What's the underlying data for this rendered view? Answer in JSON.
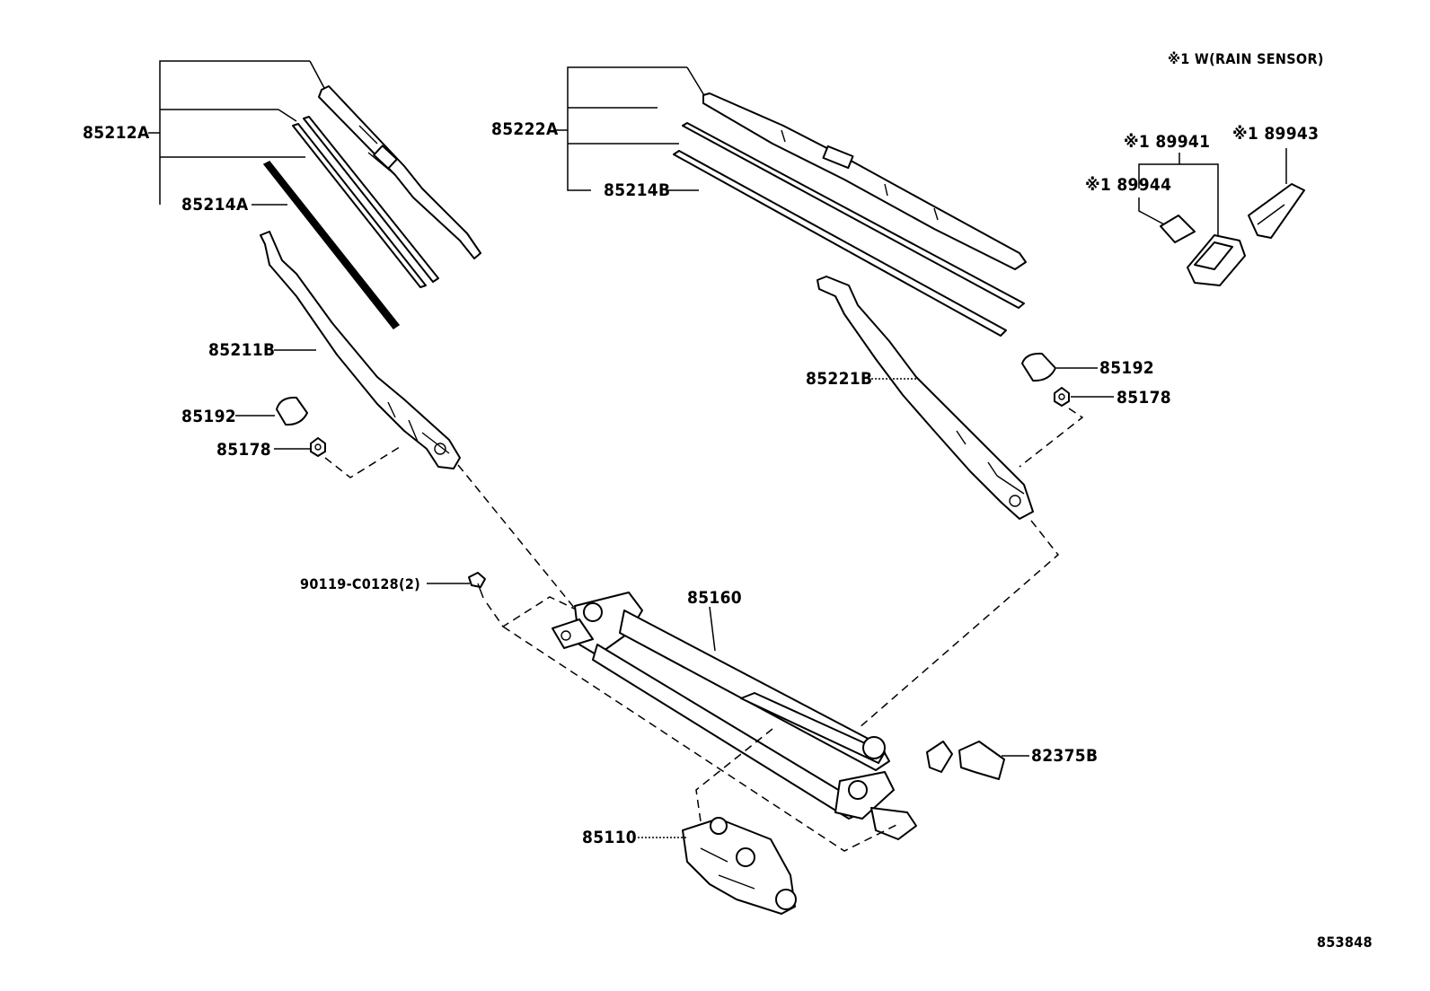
{
  "note": "※1 W(RAIN SENSOR)",
  "diagram_id": "853848",
  "parts": {
    "p85212A": "85212A",
    "p85214A": "85214A",
    "p85211B": "85211B",
    "p85192_left": "85192",
    "p85178_left": "85178",
    "p85222A": "85222A",
    "p85214B": "85214B",
    "p85221B": "85221B",
    "p85192_right": "85192",
    "p85178_right": "85178",
    "p89941": "※1 89941",
    "p89944": "※1 89944",
    "p89943": "※1 89943",
    "p90119": "90119-C0128(2)",
    "p85160": "85160",
    "p82375B": "82375B",
    "p85110": "85110"
  }
}
